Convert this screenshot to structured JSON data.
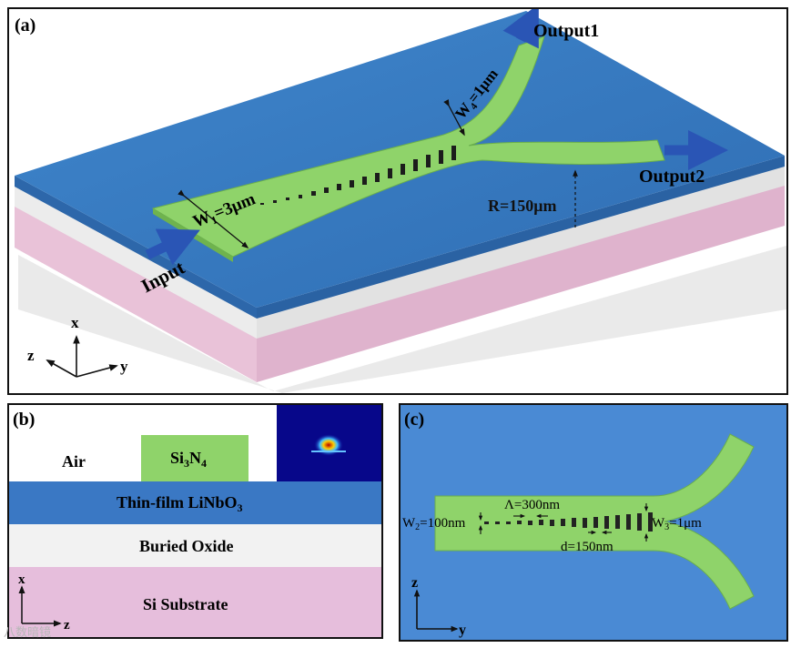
{
  "panel_a": {
    "label": "(a)",
    "output1": "Output1",
    "output2": "Output2",
    "input": "Input",
    "w1_label": "W",
    "w1_sub": "1",
    "w1_value": "=3μm",
    "w4_label": "W",
    "w4_sub": "4",
    "w4_value": "=1μm",
    "radius": "R=150μm",
    "axis_x": "x",
    "axis_y": "y",
    "axis_z": "z"
  },
  "panel_b": {
    "label": "(b)",
    "air": "Air",
    "core_pre": "Si",
    "core_sub1": "3",
    "core_mid": "N",
    "core_sub2": "4",
    "film_pre": "Thin-film LiNbO",
    "film_sub": "3",
    "oxide": "Buried Oxide",
    "substrate": "Si Substrate",
    "axis_x": "x",
    "axis_z": "z"
  },
  "panel_c": {
    "label": "(c)",
    "period": "Λ=300nm",
    "w2": "W",
    "w2_sub": "2",
    "w2_value": "=100nm",
    "w3": "W",
    "w3_sub": "3",
    "w3_value": "=1μm",
    "gap": "d=150nm",
    "axis_z": "z",
    "axis_y": "y"
  },
  "watermark": "八数暗镜",
  "colors": {
    "waveguide": "#8fd36a",
    "film": "#3a78c4",
    "oxide": "#f2f2f2",
    "substrate": "#e6bedc"
  }
}
